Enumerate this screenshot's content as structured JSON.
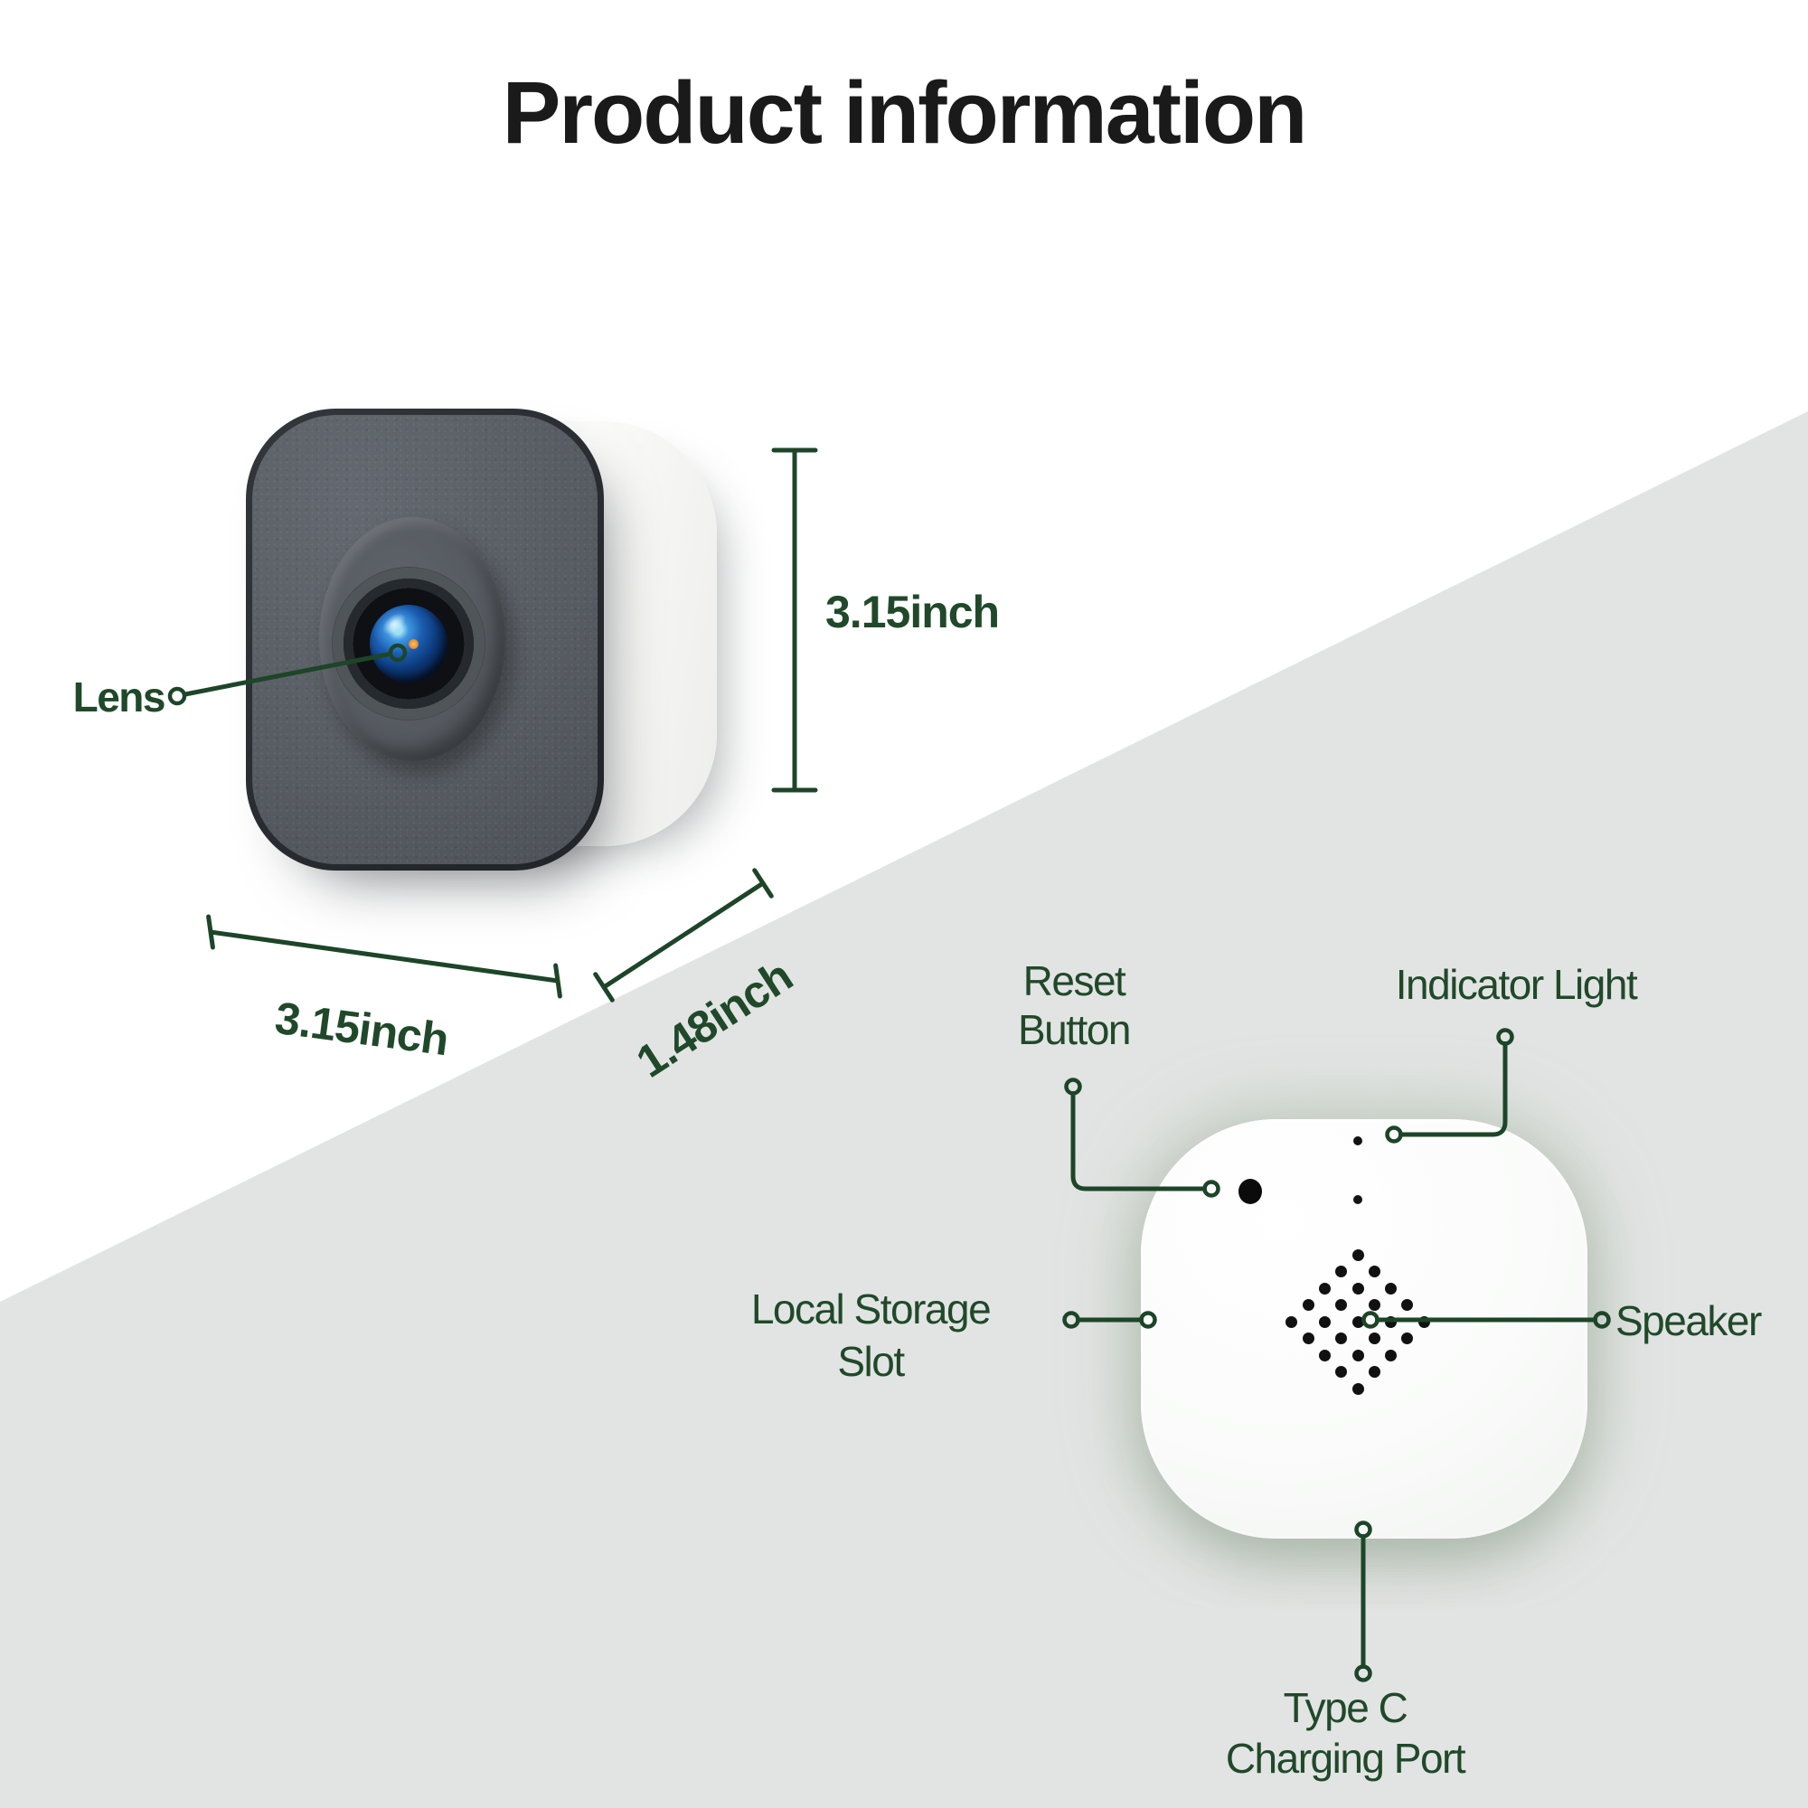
{
  "title": "Product information",
  "front_view": {
    "lens_label": "Lens",
    "height_label": "3.15inch",
    "width_label": "3.15inch",
    "depth_label": "1.48inch"
  },
  "back_view": {
    "reset_line1": "Reset",
    "reset_line2": "Button",
    "indicator_label": "Indicator Light",
    "storage_line1": "Local Storage",
    "storage_line2": "Slot",
    "speaker_label": "Speaker",
    "typec_line1": "Type C",
    "typec_line2": "Charging Port"
  },
  "colors": {
    "accent_green": "#1d4528",
    "label_green": "#20492a",
    "title_black": "#1a1a1a",
    "triangle_gray": "#e2e4e3"
  }
}
